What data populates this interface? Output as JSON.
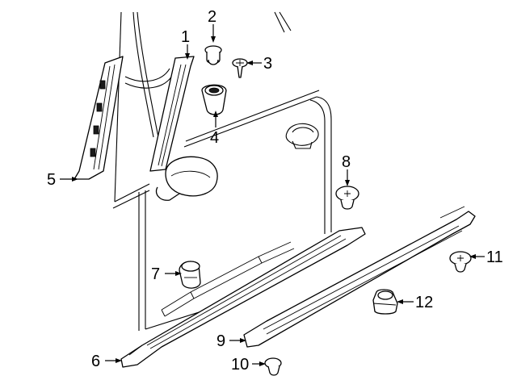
{
  "callouts": [
    {
      "id": "1",
      "label": "1"
    },
    {
      "id": "2",
      "label": "2"
    },
    {
      "id": "3",
      "label": "3"
    },
    {
      "id": "4",
      "label": "4"
    },
    {
      "id": "5",
      "label": "5"
    },
    {
      "id": "6",
      "label": "6"
    },
    {
      "id": "7",
      "label": "7"
    },
    {
      "id": "8",
      "label": "8"
    },
    {
      "id": "9",
      "label": "9"
    },
    {
      "id": "10",
      "label": "10"
    },
    {
      "id": "11",
      "label": "11"
    },
    {
      "id": "12",
      "label": "12"
    }
  ]
}
